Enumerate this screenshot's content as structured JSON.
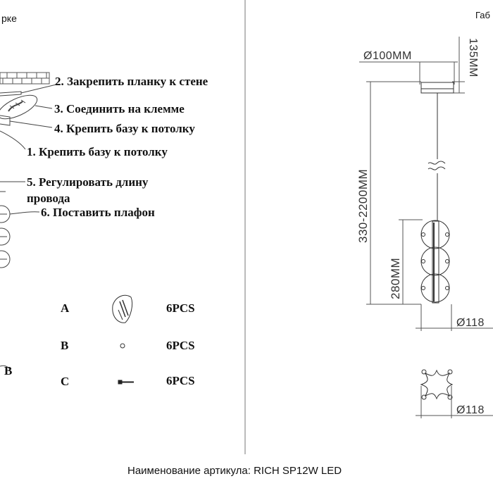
{
  "header": {
    "left_fragment": "рке",
    "right_fragment": "Габ"
  },
  "steps": {
    "step2": "2. Закрепить планку к стене",
    "step3": "3. Соединить на клемме",
    "step4": "4. Крепить базу к потолку",
    "step1": "1. Крепить базу к потолку",
    "step5_line1": "5. Регулировать длину",
    "step5_line2": "провода",
    "step6": "6. Поставить плафон"
  },
  "parts": [
    {
      "letter": "A",
      "qty": "6PCS",
      "icon": "clip-icon"
    },
    {
      "letter": "B",
      "qty": "6PCS",
      "icon": "ring-icon"
    },
    {
      "letter": "C",
      "qty": "6PCS",
      "icon": "screw-icon"
    }
  ],
  "callout_b": "B",
  "dimensions": {
    "canopy_diameter": "Ø100MM",
    "canopy_height": "135MM",
    "total_length": "330-2200MM",
    "shade_height": "280MM",
    "shade_diameter": "Ø118",
    "bottom_diameter": "Ø118"
  },
  "footer": {
    "article_label": "Наименование артикула: RICH SP12W LED"
  }
}
